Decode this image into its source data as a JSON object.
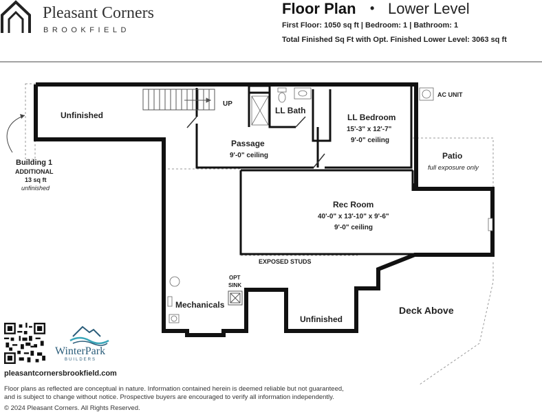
{
  "brand": {
    "name": "Pleasant Corners",
    "sub": "BROOKFIELD"
  },
  "header": {
    "title": "Floor Plan",
    "separator": "•",
    "level": "Lower Level",
    "info_line1": "First Floor: 1050 sq ft | Bedroom: 1 | Bathroom: 1",
    "info_line2": "Total Finished Sq Ft with Opt. Finished Lower Level: 3063 sq ft"
  },
  "rooms": {
    "unfinished_top": "Unfinished",
    "up": "UP",
    "ll_bath": "LL Bath",
    "ll_bedroom": "LL Bedroom",
    "ll_bedroom_dims": "15'-3\" x 12'-7\"",
    "ll_bedroom_ceiling": "9'-0\" ceiling",
    "passage": "Passage",
    "passage_ceiling": "9'-0\" ceiling",
    "ac_unit": "AC UNIT",
    "patio": "Patio",
    "patio_note": "full exposure only",
    "rec_room": "Rec Room",
    "rec_room_dims": "40'-0\" x 13'-10\" x 9'-6\"",
    "rec_room_ceiling": "9'-0\" ceiling",
    "exposed_studs": "EXPOSED STUDS",
    "opt": "OPT",
    "sink": "SINK",
    "mechanicals": "Mechanicals",
    "unfinished_bottom": "Unfinished",
    "deck_above": "Deck Above"
  },
  "building": {
    "title": "Building 1",
    "additional": "ADDITIONAL",
    "area": "13 sq ft",
    "note": "unfinished"
  },
  "footer": {
    "website": "pleasantcornersbrookfield.com",
    "disclaimer_line1": "Floor plans as reflected are conceptual in nature. Information contained herein is deemed reliable but not guaranteed,",
    "disclaimer_line2": "and is subject to change without notice. Prospective buyers are encouraged to verify all information independently.",
    "copyright": "© 2024 Pleasant Corners. All Rights Reserved."
  },
  "builder": {
    "name": "WinterPark",
    "sub": "BUILDERS"
  },
  "colors": {
    "wall": "#111111",
    "builder_blue": "#2b5d7a",
    "builder_teal": "#3aa6b9"
  }
}
